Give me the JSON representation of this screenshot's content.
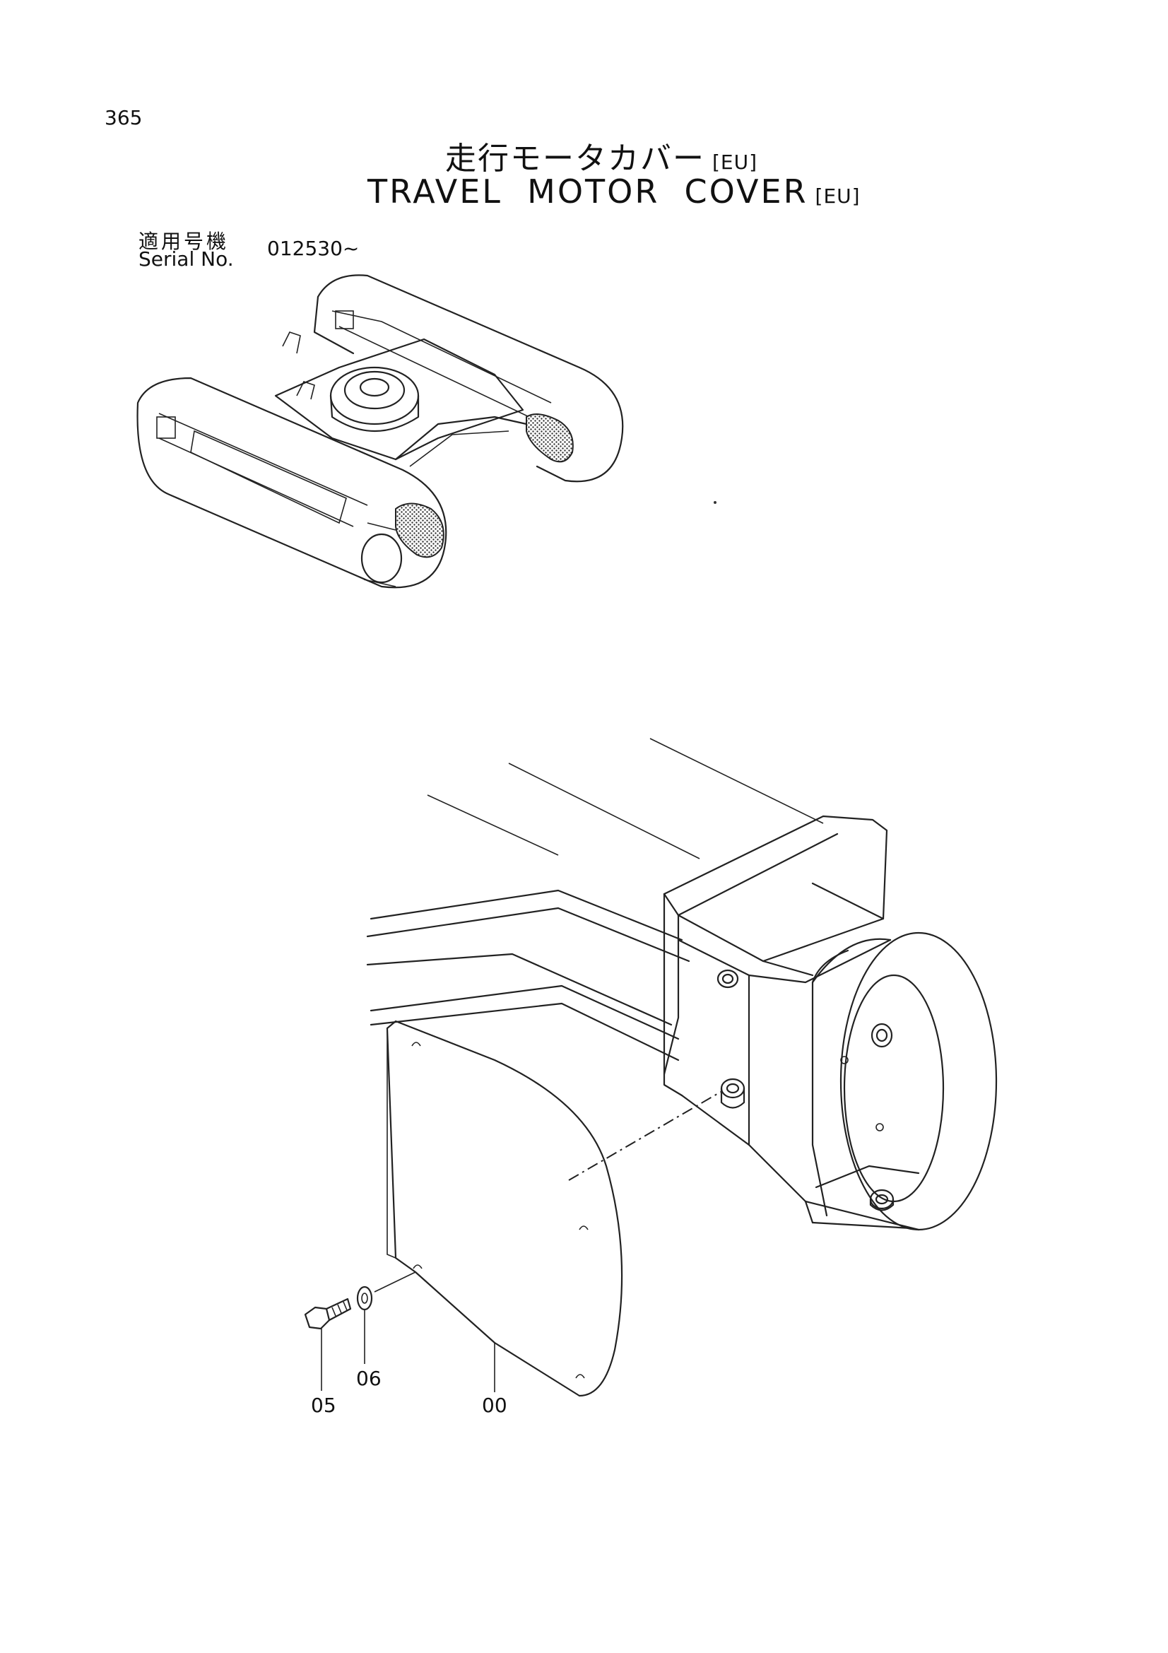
{
  "page": {
    "number": "365"
  },
  "title": {
    "japanese": "走行モータカバー",
    "english": "TRAVEL  MOTOR  COVER",
    "region_tag": "[EU]"
  },
  "serial": {
    "label_jp": "適用号機",
    "label_en": "Serial No.",
    "value": "012530~"
  },
  "callouts": [
    {
      "id": "05",
      "label": "05"
    },
    {
      "id": "06",
      "label": "06"
    },
    {
      "id": "00",
      "label": "00"
    }
  ]
}
